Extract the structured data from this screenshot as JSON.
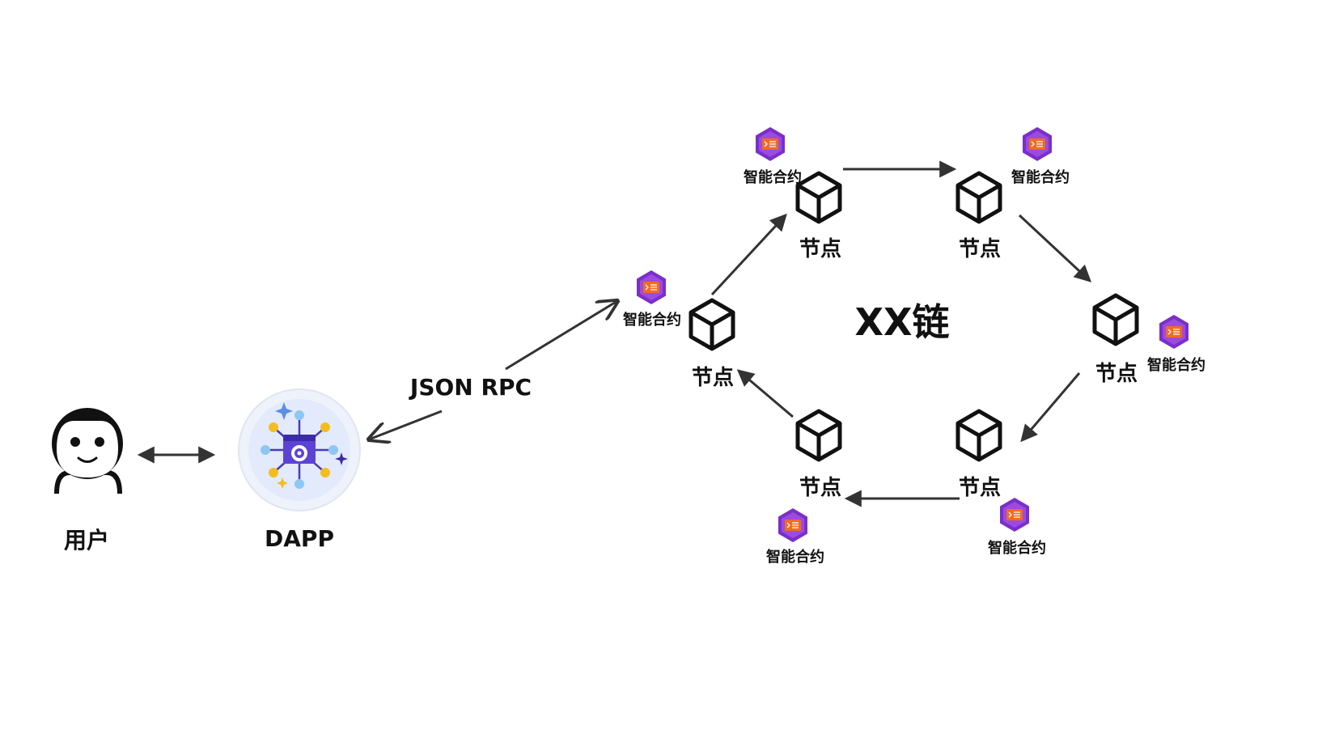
{
  "user": {
    "label": "用户",
    "icon": "user-face-icon"
  },
  "dapp": {
    "label": "DAPP",
    "icon": "dapp-gear-icon"
  },
  "rpc_label": "JSON RPC",
  "chain_label": "XX链",
  "node_label": "节点",
  "contract_label": "智能合约",
  "nodes": [
    {
      "id": "node-left"
    },
    {
      "id": "node-top-left"
    },
    {
      "id": "node-top-right"
    },
    {
      "id": "node-right"
    },
    {
      "id": "node-bottom-right"
    },
    {
      "id": "node-bottom-left"
    }
  ],
  "colors": {
    "line": "#333333",
    "hex_purple": "#7b2fc8",
    "hex_orange": "#f26b21",
    "dapp_purple": "#5b43d6"
  }
}
